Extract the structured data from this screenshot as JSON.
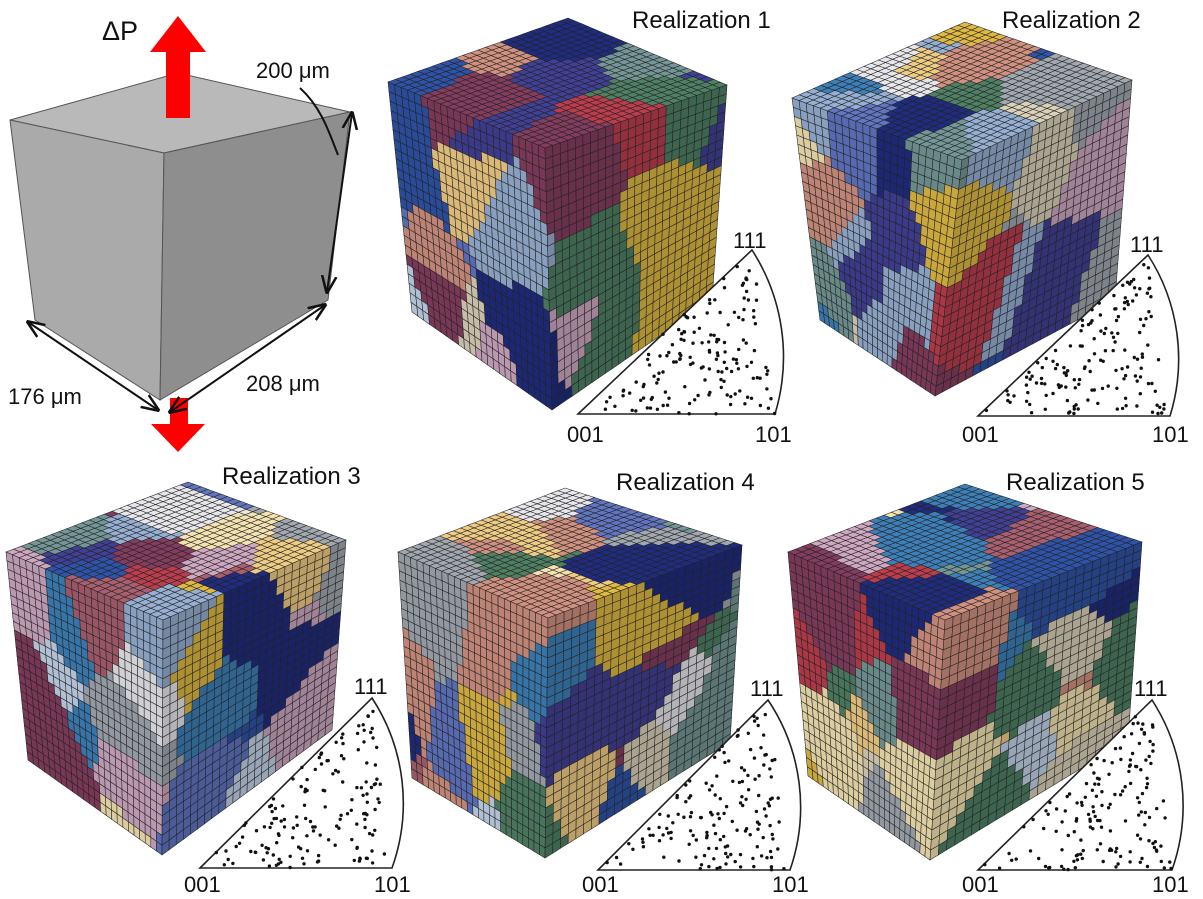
{
  "specimen": {
    "load_symbol": "ΔP",
    "dim_height": "200 μm",
    "dim_width": "176 μm",
    "dim_depth": "208 μm"
  },
  "colors": {
    "load_arrow": "#ff0000",
    "cube_top": "#b8b8b8",
    "cube_front": "#a9a9a9",
    "cube_side": "#8f8f8f",
    "mesh_line": "#222222",
    "grain_palette": [
      "#1e2a7a",
      "#2c4fa0",
      "#3a7ab0",
      "#7f3a5a",
      "#b33a4a",
      "#c78a7a",
      "#e4c27e",
      "#d4b040",
      "#e8d8a8",
      "#cfc7b0",
      "#b9c9df",
      "#8fa7c9",
      "#5c6fb8",
      "#3d3d8f",
      "#4b7a5f",
      "#6f8f8f",
      "#9aa0a8",
      "#dcdce0",
      "#c4a0b8",
      "#a05a6a"
    ]
  },
  "realizations": [
    {
      "label": "Realization 1",
      "ipf": {
        "corner_001": "001",
        "corner_101": "101",
        "corner_111": "111"
      }
    },
    {
      "label": "Realization 2",
      "ipf": {
        "corner_001": "001",
        "corner_101": "101",
        "corner_111": "111"
      }
    },
    {
      "label": "Realization 3",
      "ipf": {
        "corner_001": "001",
        "corner_101": "101",
        "corner_111": "111"
      }
    },
    {
      "label": "Realization 4",
      "ipf": {
        "corner_001": "001",
        "corner_101": "101",
        "corner_111": "111"
      }
    },
    {
      "label": "Realization 5",
      "ipf": {
        "corner_001": "001",
        "corner_101": "101",
        "corner_111": "111"
      }
    }
  ]
}
